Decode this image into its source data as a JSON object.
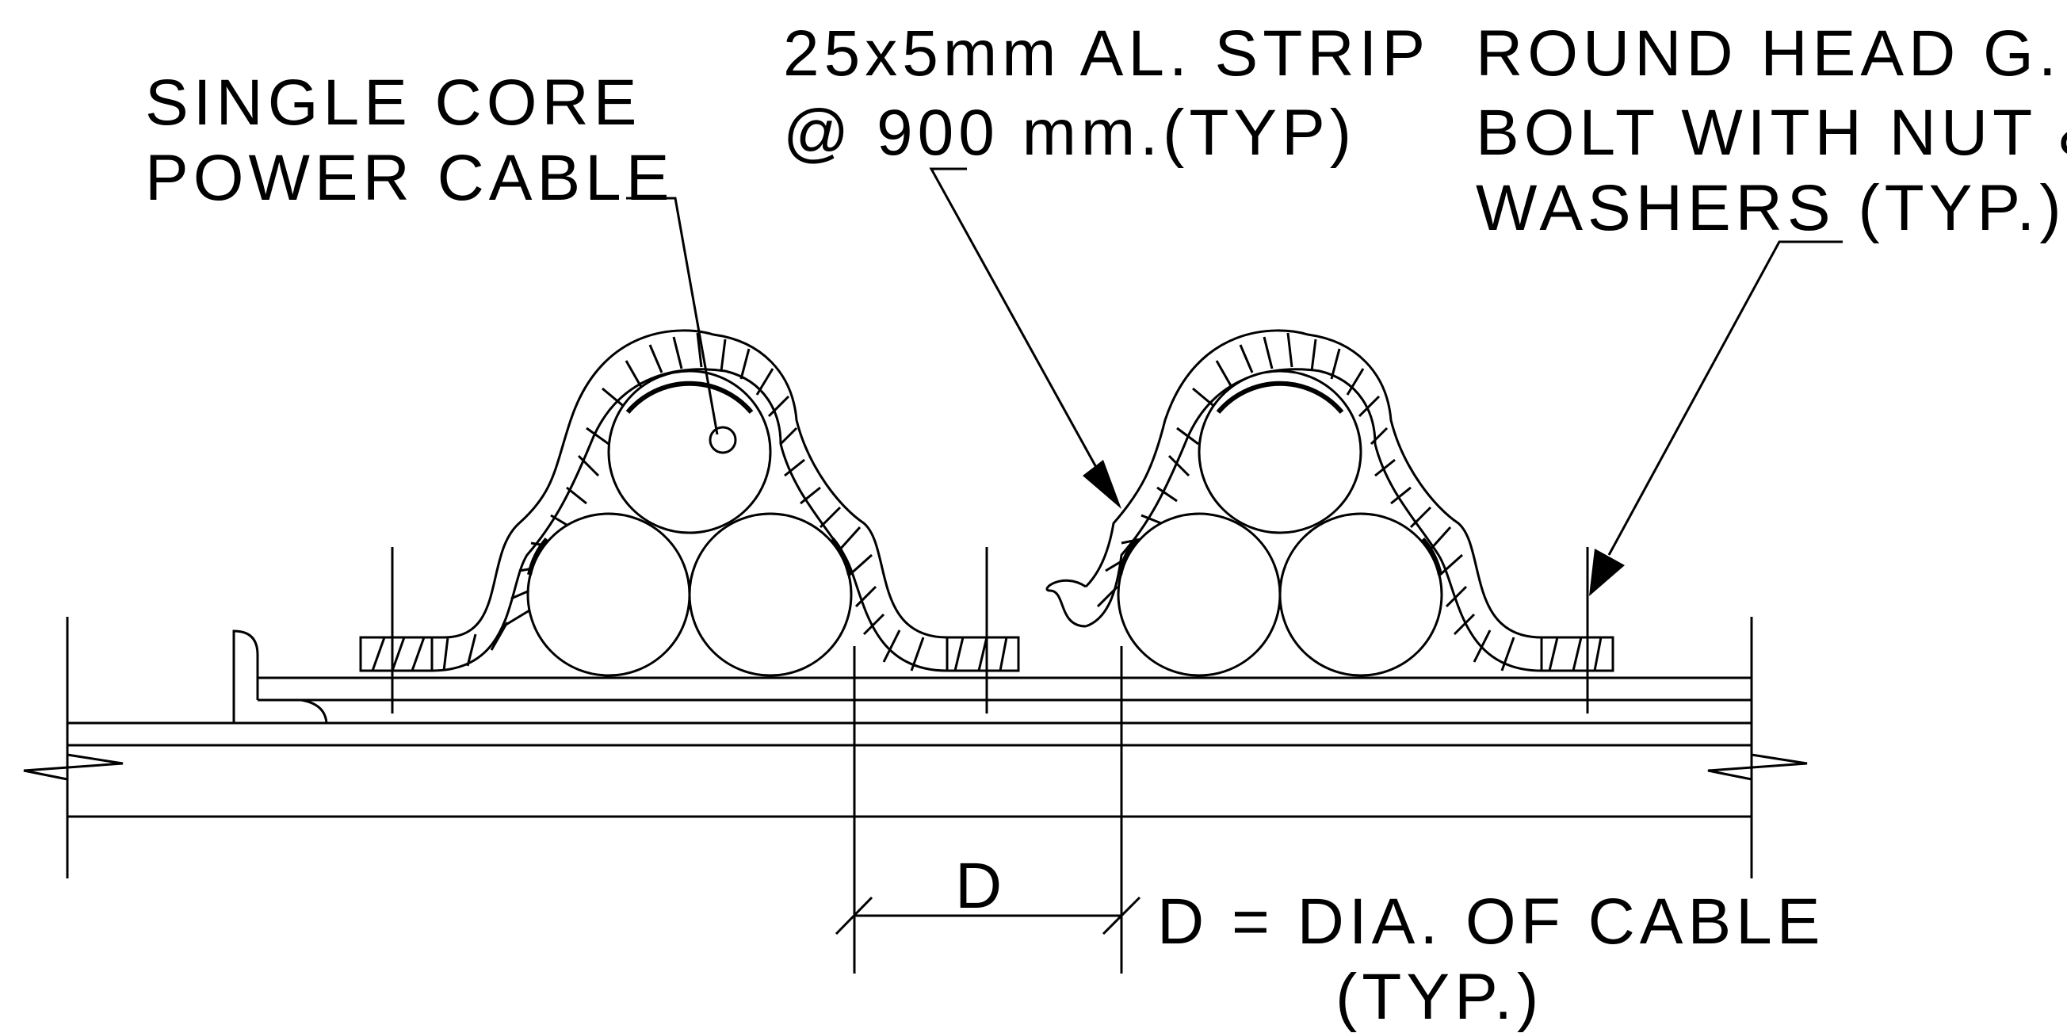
{
  "labels": {
    "cable_line1": "SINGLE CORE",
    "cable_line2": "POWER CABLE",
    "strip_line1": "25x5mm AL. STRIP",
    "strip_line2": "@ 900 mm.(TYP)",
    "bolt_line1": "ROUND HEAD G.I.",
    "bolt_line2": "BOLT WITH NUT &",
    "bolt_line3": "WASHERS (TYP.)",
    "dim_symbol": "D",
    "dim_note_line1": "D = DIA. OF CABLE",
    "dim_note_line2": "(TYP.)"
  },
  "style": {
    "ink": "#000000",
    "paper": "#ffffff"
  }
}
